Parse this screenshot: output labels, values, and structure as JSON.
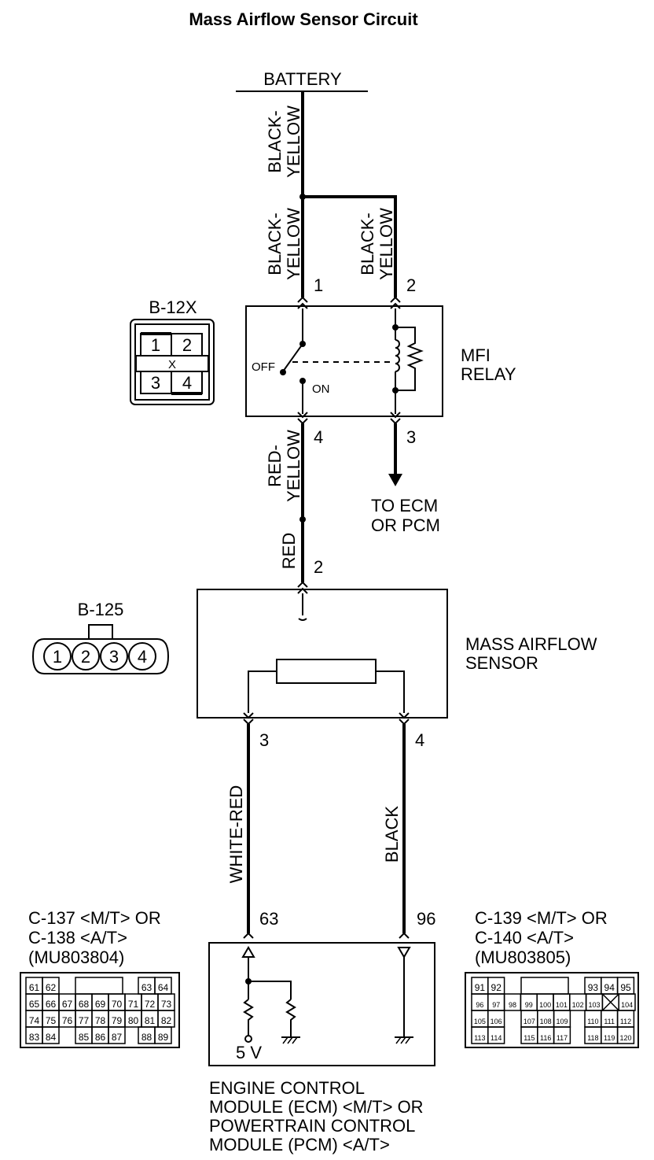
{
  "title": "Mass Airflow Sensor Circuit",
  "battery_label": "BATTERY",
  "wires": {
    "battery_main": [
      "BLACK-",
      "YELLOW"
    ],
    "relay_pin1": [
      "BLACK-",
      "YELLOW"
    ],
    "relay_pin2": [
      "BLACK-",
      "YELLOW"
    ],
    "relay_pin4": [
      "RED-",
      "YELLOW"
    ],
    "sensor_pin2": "RED",
    "sensor_pin3": "WHITE-RED",
    "sensor_pin4": "BLACK"
  },
  "relay": {
    "name_line1": "MFI",
    "name_line2": "RELAY",
    "switch_off": "OFF",
    "switch_on": "ON",
    "pins": {
      "p1": "1",
      "p2": "2",
      "p3": "3",
      "p4": "4"
    }
  },
  "to_ecm": {
    "line1": "TO ECM",
    "line2": "OR PCM"
  },
  "connector_b12x": {
    "label": "B-12X",
    "pins": [
      "1",
      "2",
      "3",
      "4"
    ],
    "center_mark": "X"
  },
  "sensor": {
    "name_line1": "MASS AIRFLOW",
    "name_line2": "SENSOR",
    "pins": {
      "p2": "2",
      "p3": "3",
      "p4": "4"
    }
  },
  "connector_b125": {
    "label": "B-125",
    "pins": [
      "1",
      "2",
      "3",
      "4"
    ]
  },
  "ecm": {
    "pin_left": "63",
    "pin_right": "96",
    "voltage": "5 V",
    "name_lines": [
      "ENGINE CONTROL",
      "MODULE (ECM) <M/T> OR",
      "POWERTRAIN CONTROL",
      "MODULE (PCM) <A/T>"
    ]
  },
  "connector_left": {
    "label_lines": [
      "C-137 <M/T> OR",
      "C-138 <A/T>",
      "(MU803804)"
    ],
    "row1_left": [
      "61",
      "62"
    ],
    "row1_right": [
      "63",
      "64"
    ],
    "row2": [
      "65",
      "66",
      "67",
      "68",
      "69",
      "70",
      "71",
      "72",
      "73"
    ],
    "row3": [
      "74",
      "75",
      "76",
      "77",
      "78",
      "79",
      "80",
      "81",
      "82"
    ],
    "row4_left": [
      "83",
      "84"
    ],
    "row4_mid": [
      "85",
      "86",
      "87"
    ],
    "row4_right": [
      "88",
      "89"
    ]
  },
  "connector_right": {
    "label_lines": [
      "C-139 <M/T> OR",
      "C-140 <A/T>",
      "(MU803805)"
    ],
    "row1_left": [
      "91",
      "92"
    ],
    "row1_right": [
      "93",
      "94",
      "95"
    ],
    "row2": [
      "96",
      "97",
      "98",
      "99",
      "100",
      "101",
      "102",
      "103",
      "X",
      "104"
    ],
    "row3_left": [
      "105",
      "106"
    ],
    "row3_mid": [
      "107",
      "108",
      "109"
    ],
    "row3_right": [
      "110",
      "111",
      "112"
    ],
    "row4_left": [
      "113",
      "114"
    ],
    "row4_mid": [
      "115",
      "116",
      "117"
    ],
    "row4_right": [
      "118",
      "119",
      "120"
    ]
  }
}
